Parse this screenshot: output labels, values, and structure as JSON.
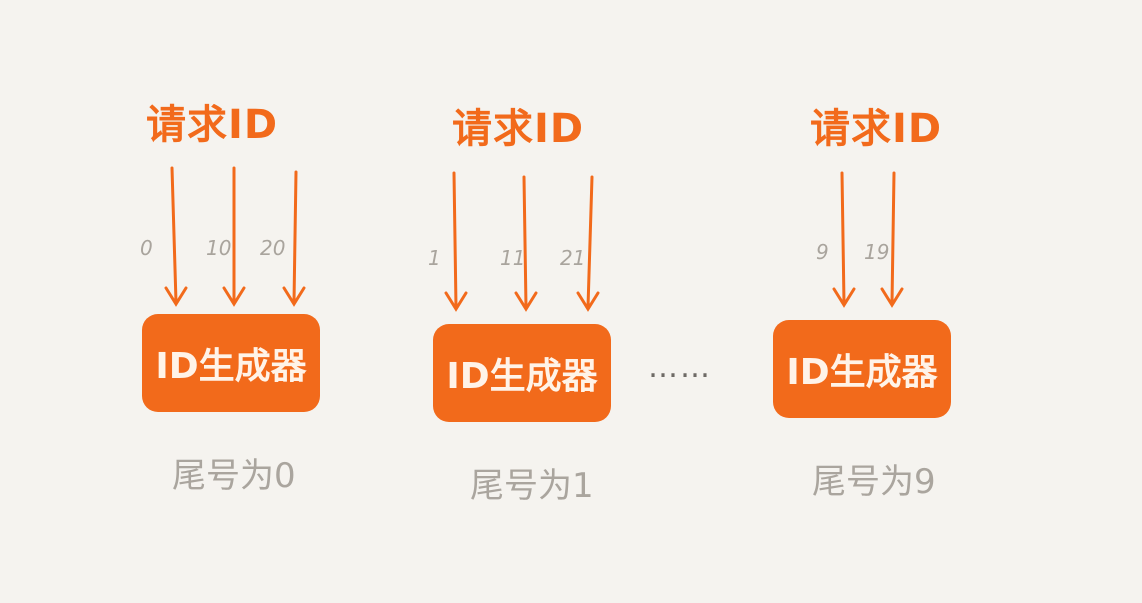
{
  "groups": [
    {
      "request_label": "请求ID",
      "indices": [
        "0",
        "10",
        "20"
      ],
      "generator_label": "ID生成器",
      "caption": "尾号为0"
    },
    {
      "request_label": "请求ID",
      "indices": [
        "1",
        "11",
        "21"
      ],
      "generator_label": "ID生成器",
      "caption": "尾号为1"
    },
    {
      "request_label": "请求ID",
      "indices": [
        "9",
        "19"
      ],
      "generator_label": "ID生成器",
      "caption": "尾号为9"
    }
  ],
  "ellipsis": "……",
  "colors": {
    "accent": "#f26a1b",
    "muted_text": "#aaa59e",
    "background": "#f5f3ef"
  }
}
